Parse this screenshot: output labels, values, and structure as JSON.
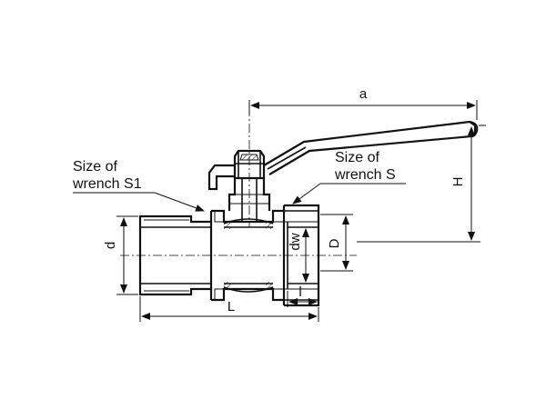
{
  "labels": {
    "wrench_s1_line1": "Size of",
    "wrench_s1_line2": "wrench S1",
    "wrench_s_line1": "Size of",
    "wrench_s_line2": "wrench S",
    "dim_a": "a",
    "dim_H": "H",
    "dim_d": "d",
    "dim_dw": "dw",
    "dim_D": "D",
    "dim_L": "L",
    "dim_l": "l"
  },
  "colors": {
    "line": "#111111",
    "background": "#ffffff"
  }
}
